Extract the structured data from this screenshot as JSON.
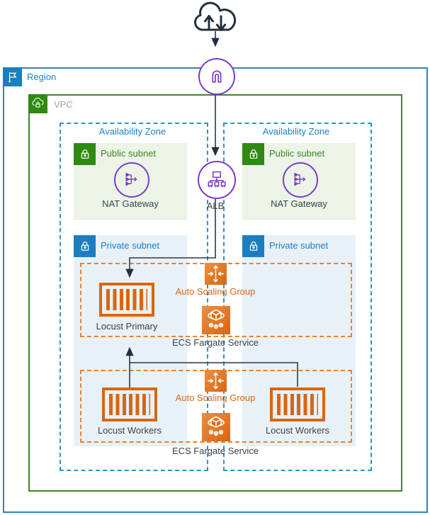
{
  "region": {
    "label": "Region"
  },
  "vpc": {
    "label": "VPC"
  },
  "azs": [
    {
      "label": "Availability Zone"
    },
    {
      "label": "Availability Zone"
    }
  ],
  "public_subnets": [
    {
      "label": "Public subnet",
      "nat_label": "NAT Gateway"
    },
    {
      "label": "Public subnet",
      "nat_label": "NAT Gateway"
    }
  ],
  "private_subnets": [
    {
      "label": "Private subnet"
    },
    {
      "label": "Private subnet"
    }
  ],
  "alb": {
    "label": "ALB"
  },
  "asg_groups": [
    {
      "label": "Auto Scaling Group",
      "service_label": "ECS Fargate Service",
      "nodes": [
        "Locust Primary"
      ]
    },
    {
      "label": "Auto Scaling Group",
      "service_label": "ECS Fargate Service",
      "nodes": [
        "Locust Workers",
        "Locust Workers"
      ]
    }
  ],
  "icons": [
    "internet-cloud-icon",
    "internet-gateway-icon",
    "region-flag-icon",
    "vpc-cloud-lock-icon",
    "public-subnet-lock-icon",
    "private-subnet-lock-icon",
    "nat-gateway-icon",
    "alb-icon",
    "auto-scaling-icon",
    "ecs-fargate-icon",
    "container-icon"
  ],
  "colors": {
    "region_blue": "#3183B6",
    "az_dashed_blue": "#2D93CE",
    "blue_label": "#1B7FBF",
    "private_subnet_bg": "#E8F1F8",
    "vpc_green": "#3F8624",
    "subnet_green_icon": "#2E8A12",
    "public_subnet_bg": "#EBF4E7",
    "purple": "#7D3BC8",
    "orange": "#D86613",
    "asg_dashed_orange": "#E8812C",
    "internet_navy": "#232F3E",
    "label_dark": "#3A4148",
    "vpc_label_gray": "#9BA2AA"
  }
}
